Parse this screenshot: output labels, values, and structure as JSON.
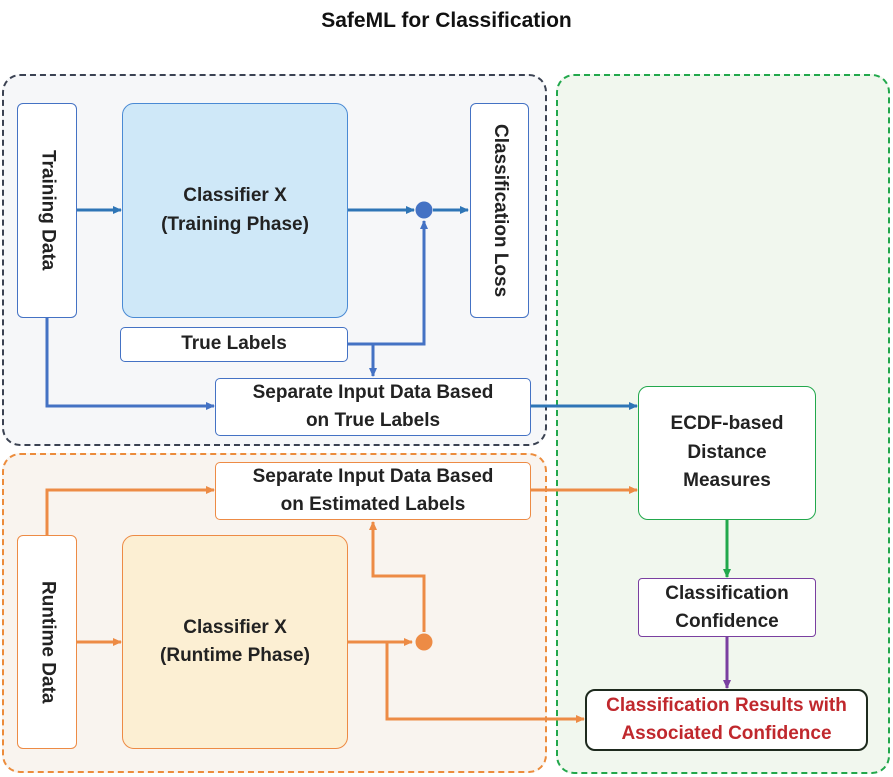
{
  "title": "SafeML for Classification",
  "boxes": {
    "training_data": "Training Data",
    "classifier_training": {
      "line1": "Classifier X",
      "line2": "(Training Phase)"
    },
    "classification_loss": "Classification Loss",
    "true_labels": "True Labels",
    "separate_true": {
      "line1": "Separate Input Data Based",
      "line2": "on True Labels"
    },
    "separate_estimated": {
      "line1": "Separate Input Data Based",
      "line2": "on Estimated Labels"
    },
    "runtime_data": "Runtime Data",
    "classifier_runtime": {
      "line1": "Classifier X",
      "line2": "(Runtime Phase)"
    },
    "ecdf": {
      "line1": "ECDF-based",
      "line2": "Distance",
      "line3": "Measures"
    },
    "confidence": {
      "line1": "Classification",
      "line2": "Confidence"
    },
    "results": {
      "line1": "Classification Results with",
      "line2": "Associated Confidence"
    }
  },
  "colors": {
    "training_region_border": "#3b4252",
    "runtime_region_border": "#ec8c3c",
    "safeml_region_border": "#22a84c",
    "blue_arrow": "#2e75b6",
    "orange_arrow": "#ed8b45",
    "green_arrow": "#22a84c",
    "purple_arrow": "#7a3fa0",
    "results_text": "#c0282d"
  }
}
